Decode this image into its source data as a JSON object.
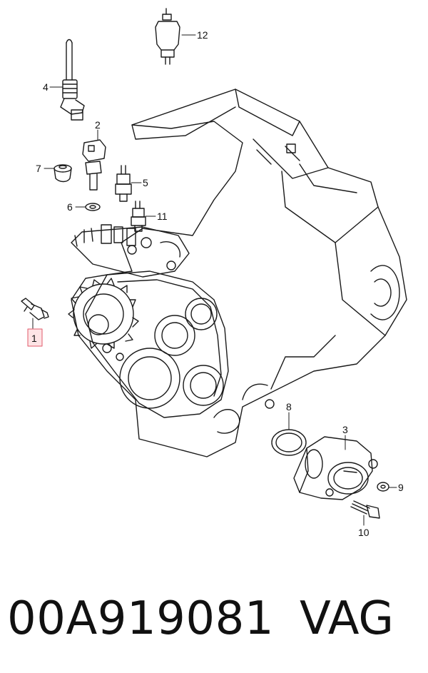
{
  "callouts": {
    "c1": "1",
    "c2": "2",
    "c3": "3",
    "c4": "4",
    "c5": "5",
    "c6": "6",
    "c7": "7",
    "c8": "8",
    "c9": "9",
    "c10": "10",
    "c11": "11",
    "c12": "12"
  },
  "caption": {
    "part_number": "00A919081",
    "brand": "VAG"
  },
  "colors": {
    "line": "#1a1a1a",
    "highlight_fill": "#fde4e6",
    "highlight_stroke": "#e25a6a"
  }
}
